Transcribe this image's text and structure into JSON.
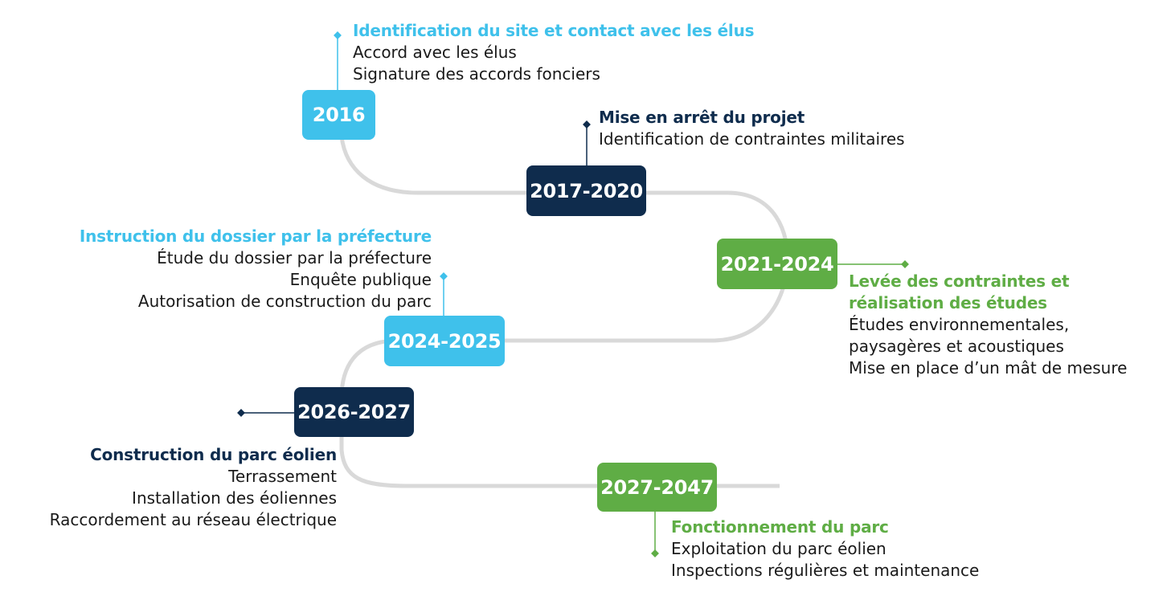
{
  "colors": {
    "light_blue": "#3fc1eb",
    "dark_navy": "#0f2c4d",
    "green": "#5fad45",
    "track_gray": "#d9d9d9",
    "body_text": "#1a1a1a"
  },
  "milestones": [
    {
      "year": "2016",
      "color": "light_blue",
      "title": "Identification du site et contact avec les élus",
      "lines": [
        "Accord avec les élus",
        "Signature des accords fonciers"
      ]
    },
    {
      "year": "2017-2020",
      "color": "dark_navy",
      "title": "Mise en arrêt du projet",
      "lines": [
        "Identification de contraintes militaires"
      ]
    },
    {
      "year": "2021-2024",
      "color": "green",
      "title_lines": [
        "Levée des contraintes et",
        "réalisation des études"
      ],
      "lines": [
        "Études environnementales,",
        "paysagères et acoustiques",
        "Mise en place d’un mât de mesure"
      ]
    },
    {
      "year": "2024-2025",
      "color": "light_blue",
      "title": "Instruction du dossier par la préfecture",
      "lines": [
        "Étude du dossier par la préfecture",
        "Enquête publique",
        "Autorisation de construction du parc"
      ]
    },
    {
      "year": "2026-2027",
      "color": "dark_navy",
      "title": "Construction du parc éolien",
      "lines": [
        "Terrassement",
        "Installation des éoliennes",
        "Raccordement au réseau électrique"
      ]
    },
    {
      "year": "2027-2047",
      "color": "green",
      "title": "Fonctionnement du parc",
      "lines": [
        "Exploitation du parc éolien",
        "Inspections régulières et maintenance"
      ]
    }
  ]
}
